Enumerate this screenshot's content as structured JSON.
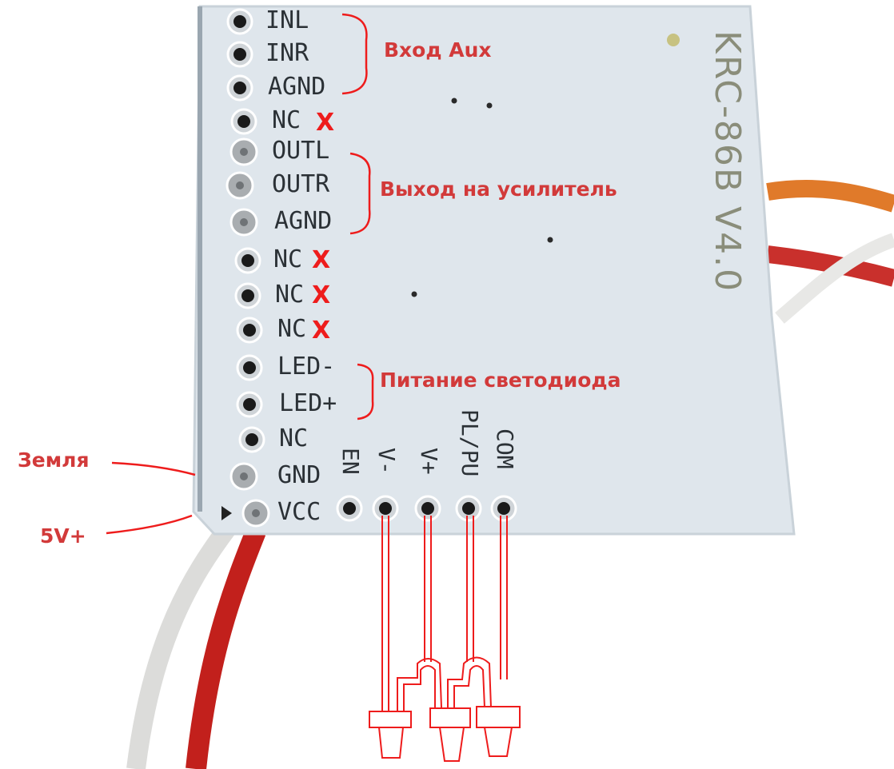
{
  "board": {
    "model": "KRC-86B V4.0",
    "colors": {
      "pcb": "#dfe6ec",
      "pad": "#cfd4d8",
      "hole": "#1a1a1a",
      "annotation": "#d23a3a",
      "ink": "#ee1c1c"
    }
  },
  "left_pins": [
    "INL",
    "INR",
    "AGND",
    "NC",
    "OUTL",
    "OUTR",
    "AGND",
    "NC",
    "NC",
    "NC",
    "LED-",
    "LED+",
    "NC",
    "GND",
    "VCC"
  ],
  "bottom_pins": [
    "EN",
    "V-",
    "V+",
    "PL/PU",
    "COM"
  ],
  "not_connected_mark": "X",
  "annotations": {
    "aux_input": "Вход Aux",
    "amp_output": "Выход на усилитель",
    "led_power": "Питание светодиода",
    "ground": "Земля",
    "plus5v": "5V+"
  }
}
